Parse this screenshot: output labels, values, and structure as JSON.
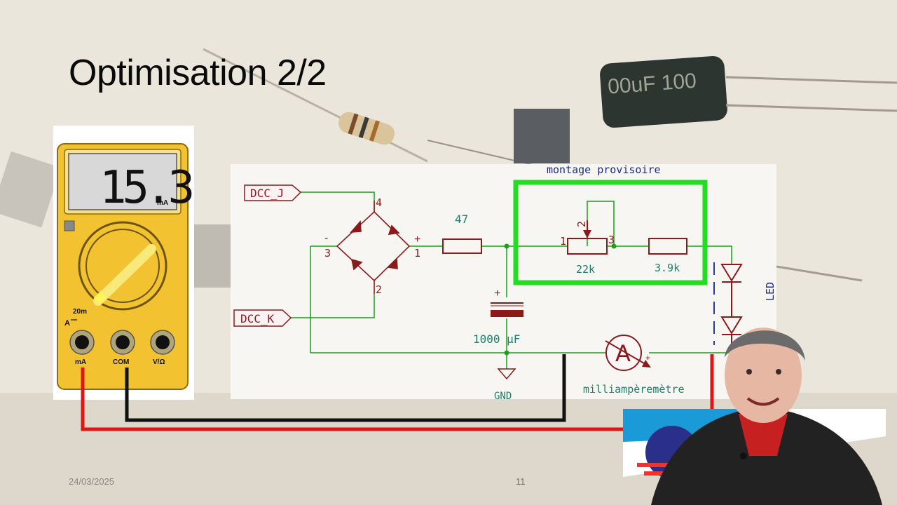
{
  "slide": {
    "title": "Optimisation 2/2",
    "date": "24/03/2025",
    "page_number": "11"
  },
  "multimeter": {
    "reading": "15.3",
    "unit": "mA",
    "range_label": "20m",
    "mode_label": "A",
    "jacks": [
      "mA",
      "COM",
      "V/Ω"
    ]
  },
  "schematic": {
    "inputs": [
      "DCC_J",
      "DCC_K"
    ],
    "bridge_pins": [
      "4",
      "1",
      "3",
      "2"
    ],
    "bridge_signs": [
      "-",
      "+"
    ],
    "resistor_main": "47",
    "box_label": "montage provisoire",
    "potentiometer_value": "22k",
    "pot_pins": [
      "1",
      "2",
      "3"
    ],
    "resistor_series": "3.9k",
    "capacitor": "1000 µF",
    "capacitor_sign": "+",
    "ground": "GND",
    "ammeter_symbol": "A",
    "ammeter_label": "milliampèremètre",
    "ammeter_sign": "+",
    "led_label": "LED",
    "highlight_color": "#22dd22",
    "wire_color": "#1e9e1e",
    "component_color": "#8b1a1a"
  }
}
